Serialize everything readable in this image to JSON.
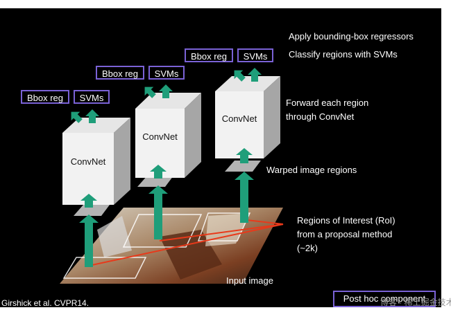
{
  "labels": {
    "apply": "Apply bounding-box regressors",
    "classify": "Classify regions with SVMs",
    "forward": "Forward each region\nthrough ConvNet",
    "warped": "Warped image regions",
    "roi": "Regions of Interest (RoI)\nfrom a proposal method\n(~2k)",
    "input": "Input image",
    "citation": "Girshick et al. CVPR14."
  },
  "post_hoc": "Post hoc component",
  "watermark": "博客 · 稀土掘金技术社区",
  "bbox_label": "Bbox reg",
  "svm_label": "SVMs",
  "convnet_label": "ConvNet",
  "colors": {
    "box_border": "#7a62d6",
    "arrow": "#1f9e7a",
    "roi_line": "#e8391a",
    "warped": "#b3b3b3"
  }
}
